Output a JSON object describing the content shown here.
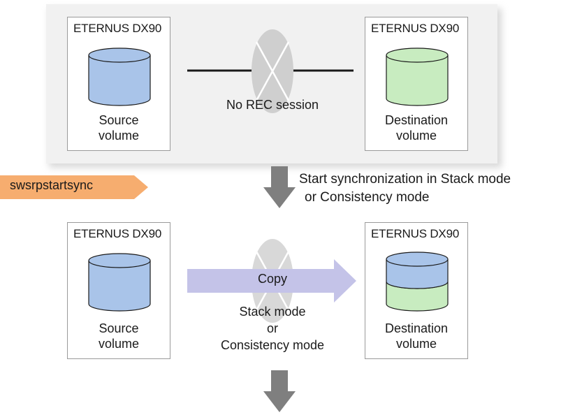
{
  "top": {
    "source_box": {
      "title": "ETERNUS DX90",
      "label_line1": "Source",
      "label_line2": "volume"
    },
    "destination_box": {
      "title": "ETERNUS DX90",
      "label_line1": "Destination",
      "label_line2": "volume"
    },
    "session_label": "No REC session"
  },
  "command": {
    "label": "swsrpstartsync",
    "tag_color": "#f6ad6f"
  },
  "transition_note": {
    "line1": "Start synchronization in Stack mode",
    "line2": "or Consistency mode"
  },
  "bottom": {
    "source_box": {
      "title": "ETERNUS DX90",
      "label_line1": "Source",
      "label_line2": "volume"
    },
    "destination_box": {
      "title": "ETERNUS DX90",
      "label_line1": "Destination",
      "label_line2": "volume"
    },
    "copy_label": "Copy",
    "mode_line1": "Stack mode",
    "mode_line2": "or",
    "mode_line3": "Consistency mode"
  },
  "colors": {
    "source_volume": "#a9c4e9",
    "destination_volume": "#c8ecc0",
    "copy_arrow": "#c4c3e8",
    "flow_arrow": "#7f7f7f",
    "no_session_icon": "#cfcfcf"
  }
}
